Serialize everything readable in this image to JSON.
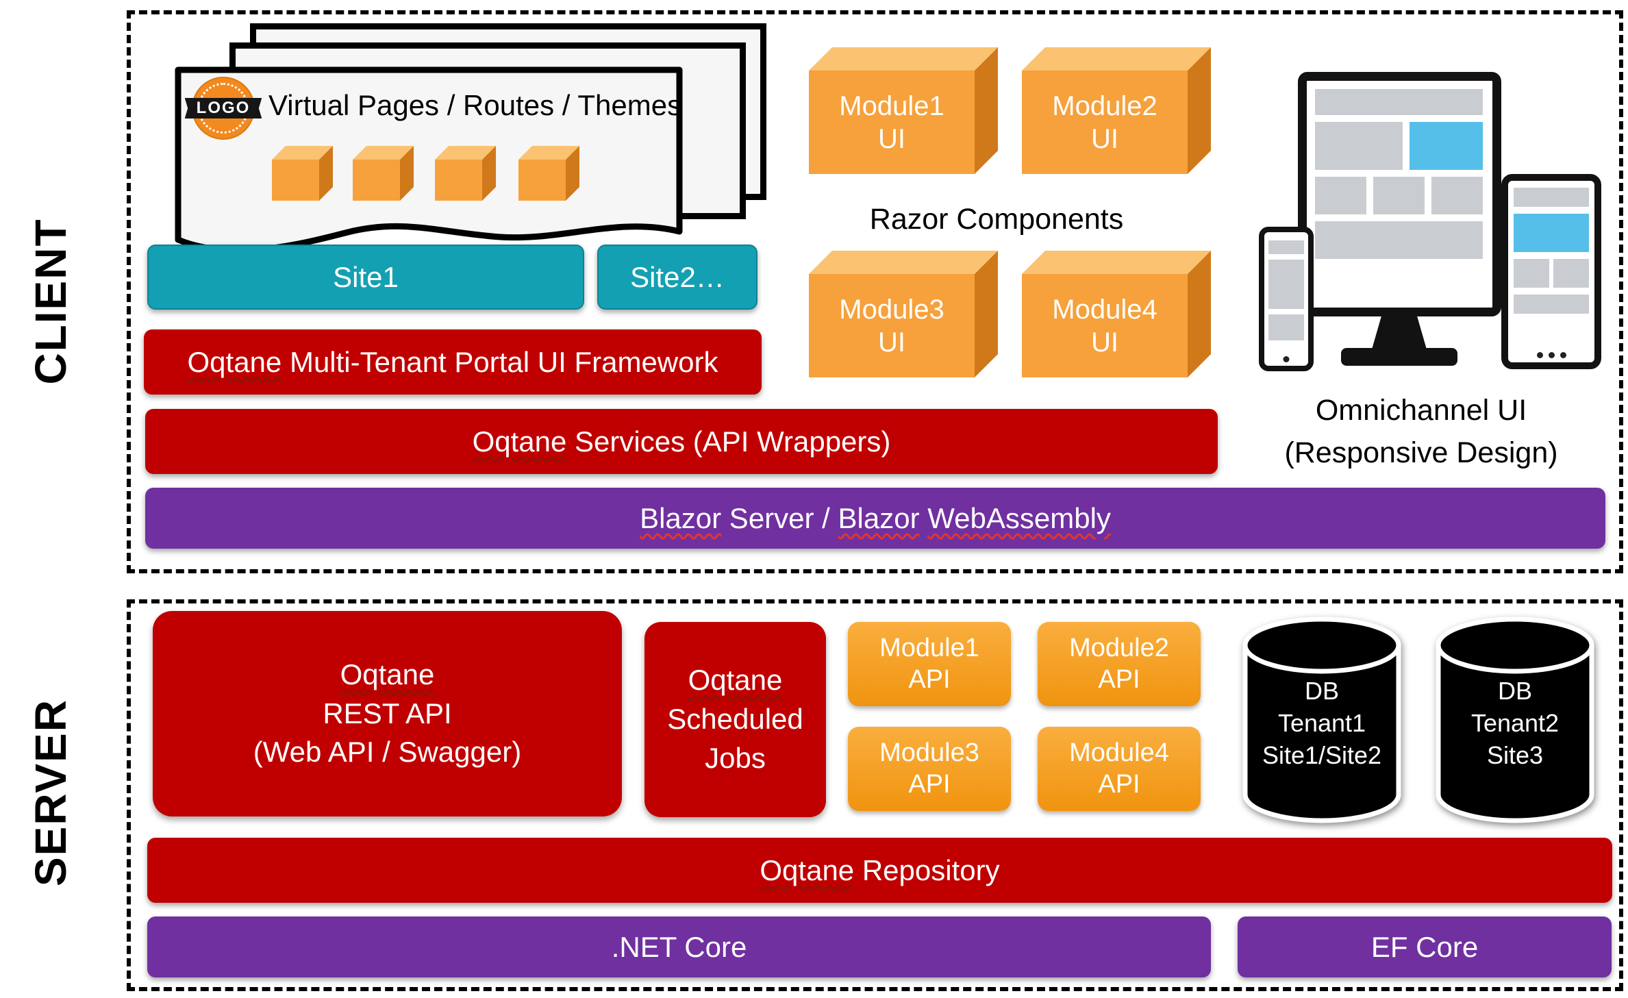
{
  "colors": {
    "red": "#C00000",
    "purple": "#7030A0",
    "teal": "#14A0B3",
    "module_orange": "#F7A01E",
    "cube_front": "#F6A13C",
    "cube_top": "#FBC271",
    "cube_side": "#D0791B",
    "device_accent_blue": "#56BFE9",
    "db_black": "#000000"
  },
  "client": {
    "section_label": "CLIENT",
    "pages": {
      "logo_text": "LOGO",
      "title": "Virtual Pages / Routes / Themes"
    },
    "sites": [
      {
        "label": "Site1"
      },
      {
        "label": "Site2…"
      }
    ],
    "framework_bar": {
      "segments": [
        {
          "text": "Oqtane",
          "sq": true
        },
        {
          "text": " Multi-Tenant Portal UI Framework"
        }
      ]
    },
    "services_bar": {
      "segments": [
        {
          "text": "Oqtane",
          "sq": true
        },
        {
          "text": " Services (API Wrappers)"
        }
      ]
    },
    "blazor_bar": {
      "segments": [
        {
          "text": "Blazor",
          "sq": true
        },
        {
          "text": " Server / "
        },
        {
          "text": "Blazor",
          "sq": true
        },
        {
          "text": " "
        },
        {
          "text": "WebAssembly",
          "sq": true
        }
      ]
    },
    "razor_components_label": "Razor Components",
    "module_cubes": [
      {
        "line1": "Module1",
        "line2": "UI"
      },
      {
        "line1": "Module2",
        "line2": "UI"
      },
      {
        "line1": "Module3",
        "line2": "UI"
      },
      {
        "line1": "Module4",
        "line2": "UI"
      }
    ],
    "omnichannel": {
      "line1": "Omnichannel UI",
      "line2": "(Responsive Design)"
    }
  },
  "server": {
    "section_label": "SERVER",
    "rest_api": {
      "line1_segments": [
        {
          "text": "Oqtane",
          "sq": true
        }
      ],
      "line2": "REST API",
      "line3": "(Web API / Swagger)"
    },
    "scheduled_jobs": {
      "line1_segments": [
        {
          "text": "Oqtane",
          "sq": true
        }
      ],
      "line2": "Scheduled",
      "line3": "Jobs"
    },
    "module_apis": [
      {
        "line1": "Module1",
        "line2": "API"
      },
      {
        "line1": "Module2",
        "line2": "API"
      },
      {
        "line1": "Module3",
        "line2": "API"
      },
      {
        "line1": "Module4",
        "line2": "API"
      }
    ],
    "databases": [
      {
        "line1": "DB",
        "line2": "Tenant1",
        "line3": "Site1/Site2"
      },
      {
        "line1": "DB",
        "line2": "Tenant2",
        "line3": "Site3"
      }
    ],
    "repository_bar": {
      "segments": [
        {
          "text": "Oqtane",
          "sq": true
        },
        {
          "text": " Repository"
        }
      ]
    },
    "net_core_label": ".NET Core",
    "ef_core_label": "EF Core"
  }
}
